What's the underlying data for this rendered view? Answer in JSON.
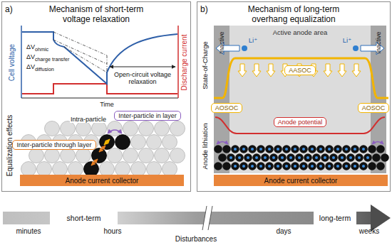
{
  "diagram": {
    "nodes": [
      {
        "text": [
          "a)",
          "Mechanism of short-term voltage relaxation"
        ]
      },
      {
        "text": [
          "Inter-particle in layer"
        ],
        "in": 0
      },
      {
        "text": [
          "Inter-particle through layer"
        ],
        "in": 0
      },
      {
        "text": [
          "Anode current collector"
        ],
        "in": 0
      },
      {
        "text": [
          "b)",
          "Mechanism of long-term overhang equalization"
        ]
      },
      {
        "text": [
          "AASOC"
        ],
        "in": 4
      },
      {
        "text": [
          "AOSOC"
        ],
        "in": 4
      },
      {
        "text": [
          "AOSOC"
        ],
        "in": 4
      },
      {
        "text": [
          "Anode potential"
        ],
        "in": 4
      },
      {
        "text": [
          "Anode current collector"
        ],
        "in": 4
      },
      {
        "text": [
          "short-term"
        ]
      },
      {
        "text": [
          "long-term"
        ]
      }
    ],
    "labels": [
      "Cell voltage",
      "Discharge current",
      "ΔVohmic",
      "ΔVcharge transfer",
      "ΔVdiffusion",
      "Open-circuit voltage relaxation",
      "Time",
      "Equalization effects",
      "Intra-particle",
      "Inactive",
      "Inactive",
      "Active anode area",
      "Li⁺",
      "Li⁺",
      "State-of-Charge",
      "Anode lithiation",
      "minutes",
      "hours",
      "Disturbances",
      "days",
      "weeks"
    ]
  }
}
